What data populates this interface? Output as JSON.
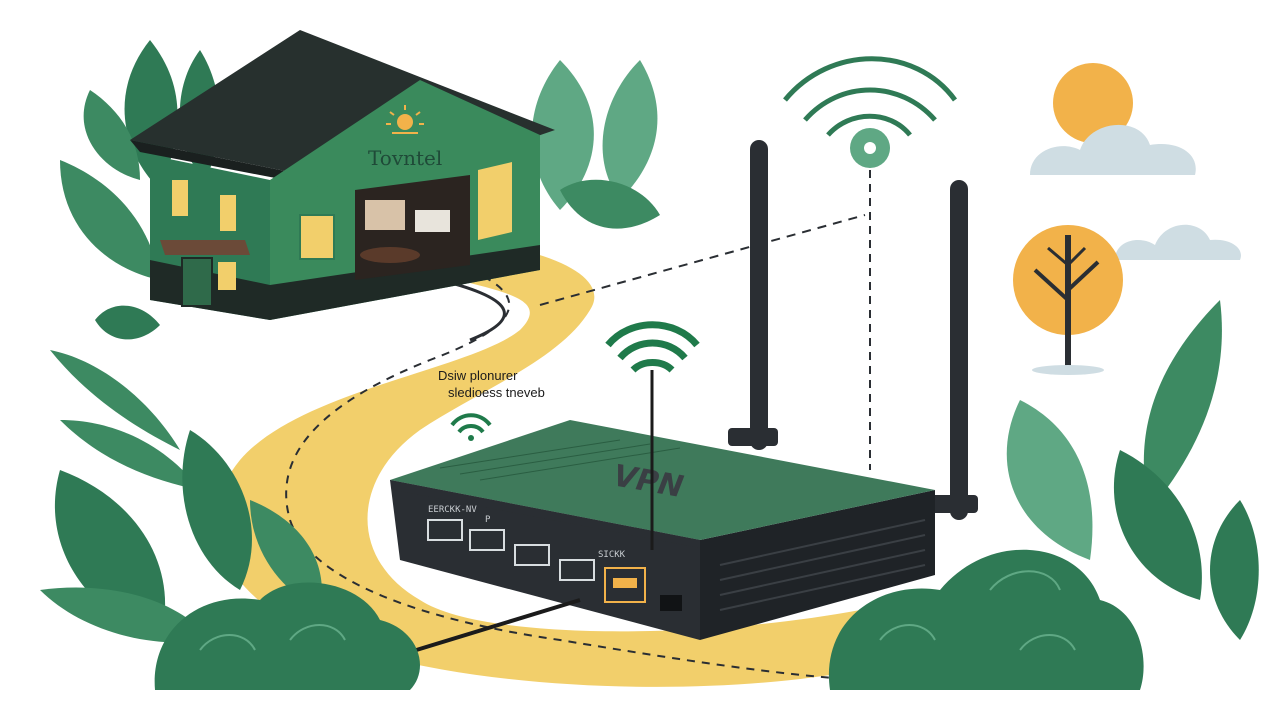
{
  "house": {
    "sign_text": "Tovntel"
  },
  "caption": {
    "line1": "Dsiw plonurer",
    "line2": "sledioess tneveb"
  },
  "router": {
    "brand_text": "VPN",
    "port_label_left": "EERCKK-NV",
    "port_label_mid": "P",
    "port_label_right": "SICKK"
  },
  "colors": {
    "forest_green": "#2f7a55",
    "dark_green": "#1f5a3e",
    "path_yellow": "#f2cf6b",
    "router_body": "#2a2e33",
    "router_top": "#3f7a5b",
    "sun_orange": "#f2b24a",
    "cloud": "#cfdde3",
    "house_green": "#3a8a5c",
    "roof": "#27302e"
  },
  "icons": [
    "house-icon",
    "sun-icon",
    "wifi-signal-icon",
    "router-icon",
    "antenna-icon",
    "tree-icon",
    "cloud-icon",
    "leaf-icon",
    "bush-icon"
  ]
}
